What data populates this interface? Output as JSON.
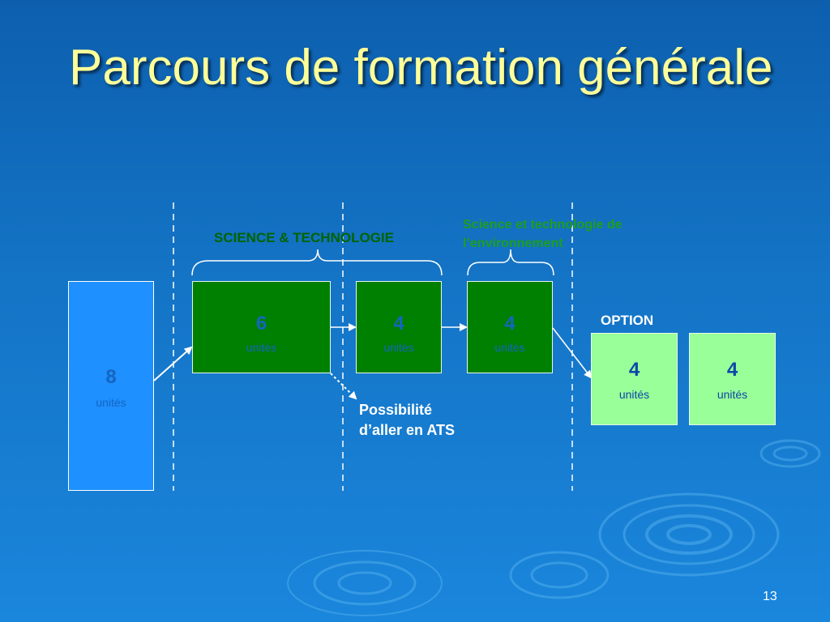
{
  "slide": {
    "title": "Parcours de formation générale",
    "page_number": "13"
  },
  "groups": {
    "science_technologie": "SCIENCE & TECHNOLOGIE",
    "environnement_line1": "Science et technologie de",
    "environnement_line2": "l’environnement",
    "option": "OPTION"
  },
  "boxes": [
    {
      "value": "8",
      "unit": "unités"
    },
    {
      "value": "6",
      "unit": "unités"
    },
    {
      "value": "4",
      "unit": "unités"
    },
    {
      "value": "4",
      "unit": "unités"
    },
    {
      "value": "4",
      "unit": "unités"
    },
    {
      "value": "4",
      "unit": "unités"
    }
  ],
  "ats_note": {
    "line1": "Possibilité",
    "line2": "d’aller en ATS"
  },
  "colors": {
    "background": "#1474c6",
    "title": "#ffff99",
    "start_box": "#1e90ff",
    "st_box": "#008000",
    "option_box": "#99ff99"
  }
}
